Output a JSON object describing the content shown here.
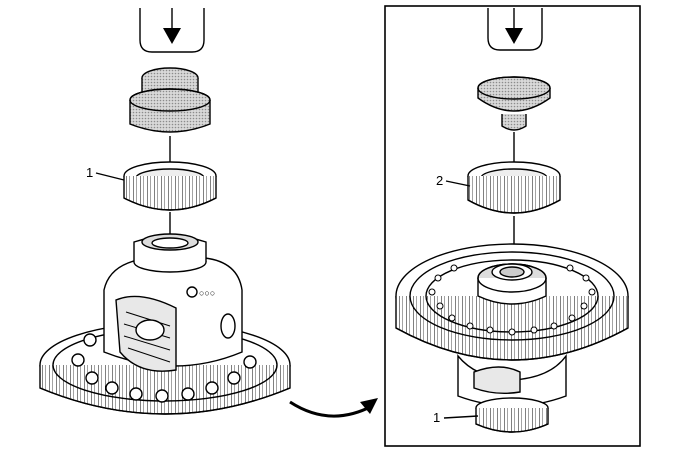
{
  "callouts": {
    "left_bearing": "1",
    "right_bearing_top": "2",
    "right_bearing_bottom": "1"
  },
  "colors": {
    "line": "#000000",
    "shade": "#bdbdbd",
    "dark": "#6e6e6e",
    "background": "#ffffff"
  }
}
